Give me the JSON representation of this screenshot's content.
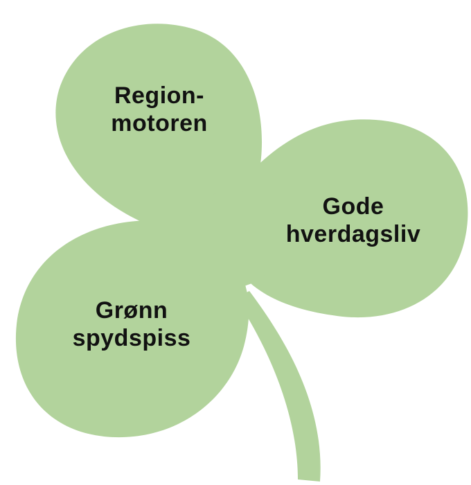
{
  "colors": {
    "leaf_fill": "#b2d39c",
    "text": "#111111",
    "background": "#ffffff"
  },
  "leaves": {
    "top": {
      "line1": "Region-",
      "line2": "motoren"
    },
    "right": {
      "line1": "Gode",
      "line2": "hverdagsliv"
    },
    "left": {
      "line1": "Grønn",
      "line2": "spydspiss"
    }
  }
}
